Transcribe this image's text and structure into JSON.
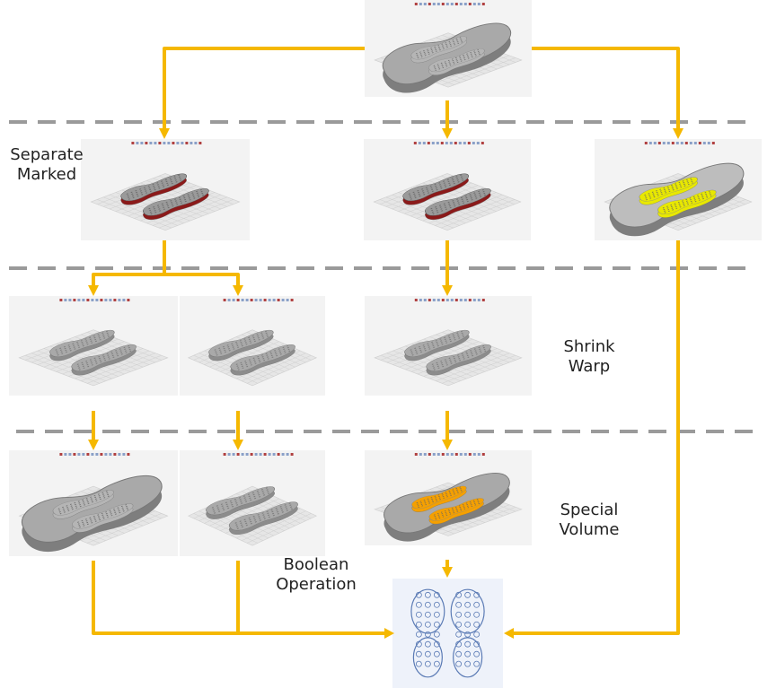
{
  "diagram": {
    "stage_labels": {
      "separate": [
        "Separate",
        "Marked"
      ],
      "shrink": [
        "Shrink",
        "Warp"
      ],
      "special": [
        "Special",
        "Volume"
      ],
      "boolean": [
        "Boolean",
        "Operation"
      ]
    },
    "colors": {
      "arrow": "#f5b800",
      "divider": "#9a9a9a",
      "model_gray": "#a9a9a9",
      "model_dark": "#8c8c8c",
      "marked_red": "#8b1a1a",
      "yellow_fill": "#e8e800",
      "orange_fill": "#f5a000",
      "pattern_blue": "#5b7bb5",
      "grid": "#cfcfcf"
    },
    "panels": [
      {
        "id": "source",
        "variant": "gray-tray"
      },
      {
        "id": "separate-left",
        "variant": "red-marked"
      },
      {
        "id": "separate-mid",
        "variant": "red-marked"
      },
      {
        "id": "separate-right",
        "variant": "yellow-tray"
      },
      {
        "id": "shrink-a",
        "variant": "gray-pair"
      },
      {
        "id": "shrink-b",
        "variant": "gray-pair"
      },
      {
        "id": "shrink-c",
        "variant": "gray-pair"
      },
      {
        "id": "bool-a",
        "variant": "gray-tray"
      },
      {
        "id": "bool-b",
        "variant": "gray-pair"
      },
      {
        "id": "special-volume",
        "variant": "orange-tray"
      },
      {
        "id": "result",
        "variant": "blue-pattern"
      }
    ]
  }
}
